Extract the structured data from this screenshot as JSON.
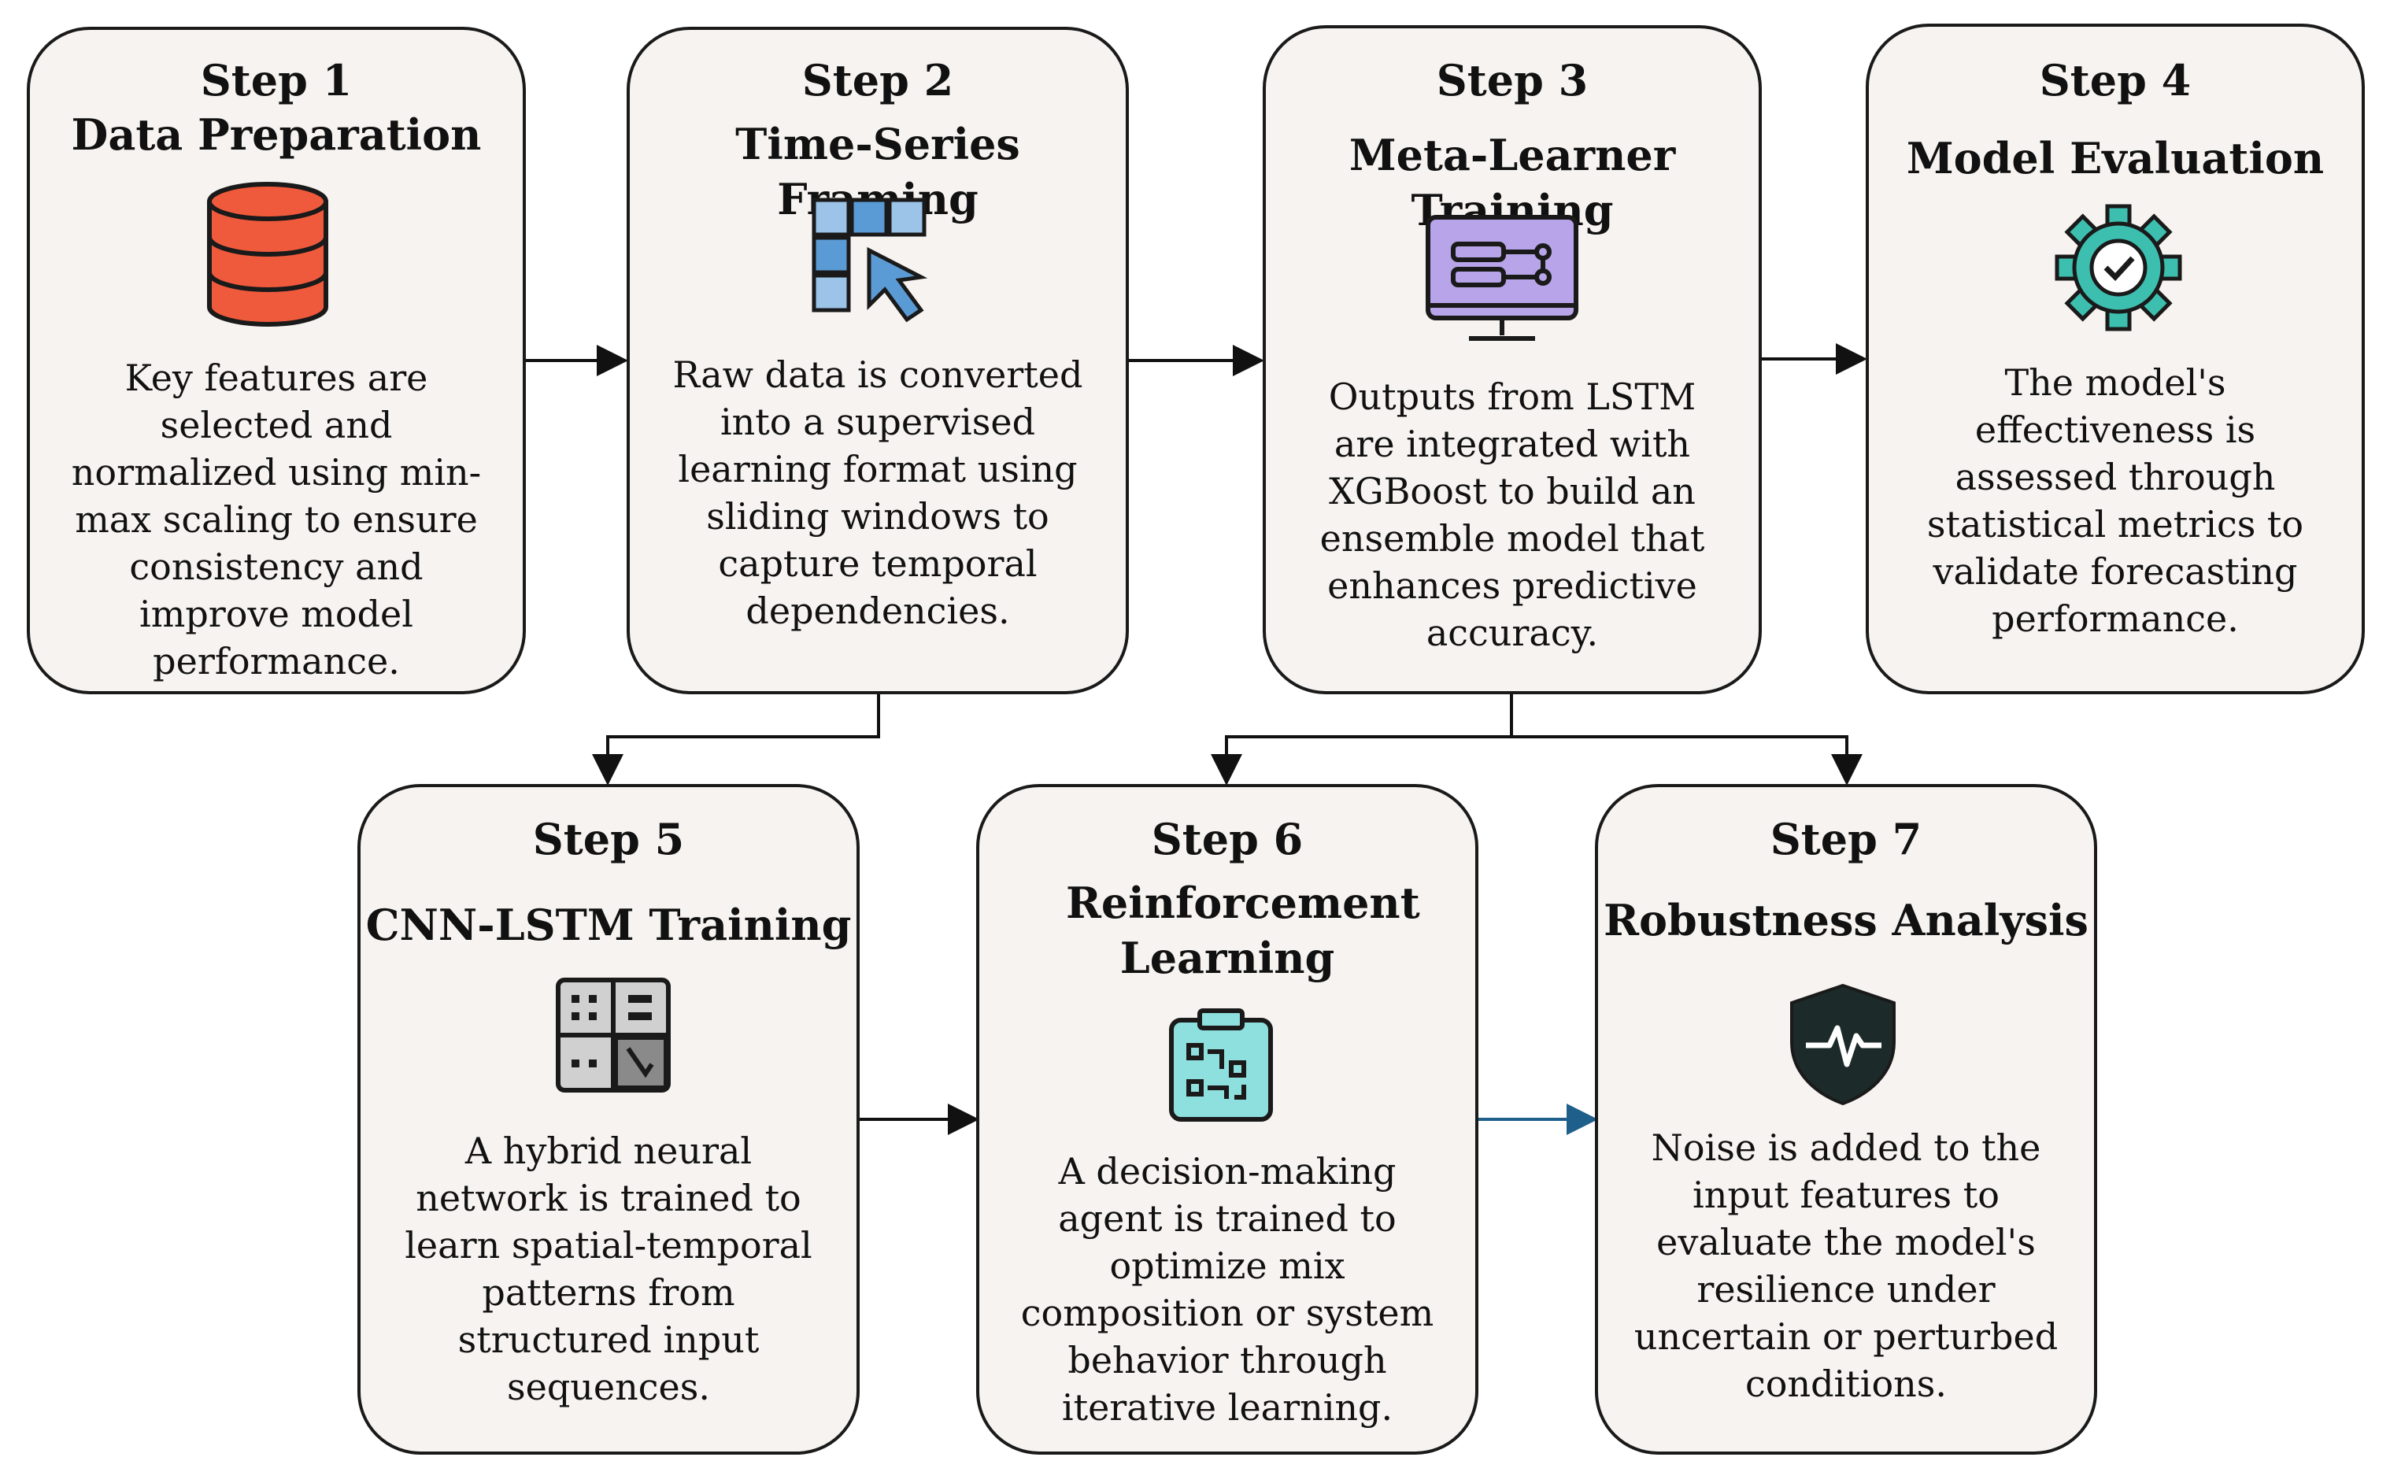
{
  "steps": [
    {
      "label": "Step 1",
      "title": "Data Preparation",
      "icon": "database-icon",
      "text": "Key features are selected and normalized using min-max scaling to ensure consistency and improve model performance."
    },
    {
      "label": "Step 2",
      "title": "Time-Series Framing",
      "icon": "grid-cursor-icon",
      "text": "Raw data is converted into a supervised learning format using sliding windows to capture temporal dependencies."
    },
    {
      "label": "Step 3",
      "title": "Meta-Learner Training",
      "icon": "monitor-flowchart-icon",
      "text": "Outputs from LSTM are integrated with XGBoost to build an ensemble model that enhances predictive accuracy."
    },
    {
      "label": "Step 4",
      "title": "Model Evaluation",
      "icon": "gear-check-icon",
      "text": "The model's effectiveness is assessed through statistical metrics to validate forecasting performance."
    },
    {
      "label": "Step 5",
      "title": "CNN-LSTM Training",
      "icon": "grid-network-icon",
      "text": "A hybrid neural network is trained to learn spatial-temporal patterns from structured input sequences."
    },
    {
      "label": "Step 6",
      "title": "Reinforcement Learning",
      "icon": "clipboard-icon",
      "text": "A decision-making agent is trained to optimize mix composition or system behavior through iterative learning."
    },
    {
      "label": "Step 7",
      "title": "Robustness Analysis",
      "icon": "shield-pulse-icon",
      "text": "Noise is added to the input features to evaluate the model's resilience under uncertain or perturbed conditions."
    }
  ],
  "colors": {
    "box_fill": "#f6f3f0",
    "border": "#1a1a1a",
    "database": "#f05a3c",
    "grid_blue": "#5b9bd5",
    "monitor_purple": "#b8a4e8",
    "gear_teal": "#3dbfb0",
    "clipboard_teal": "#8ee0de",
    "shield": "#1c2a2a",
    "blue_arrow": "#1f5f8b"
  }
}
